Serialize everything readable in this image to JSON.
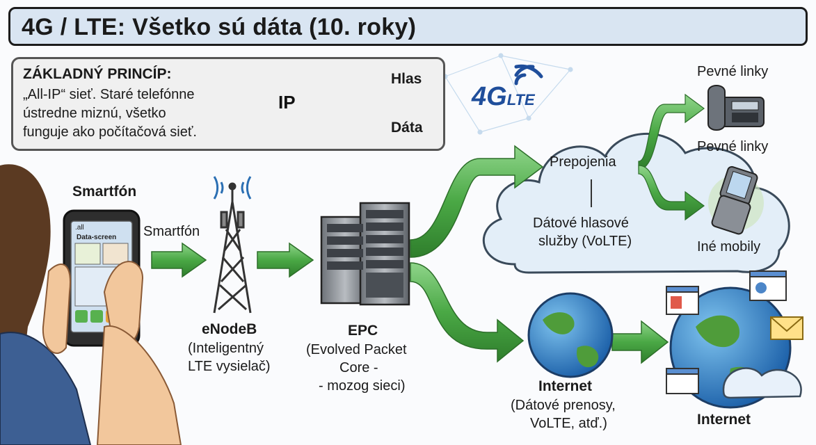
{
  "title": "4G / LTE: Všetko sú dáta (10. roky)",
  "principle": {
    "heading": "ZÁKLADNÝ PRINCÍP:",
    "lines": [
      "„All-IP“ sieť. Staré telefónne",
      "ústredne miznú, všetko",
      "funguje ako počítačová sieť."
    ],
    "plug_label": "IP",
    "branch_top": "Hlas",
    "branch_bottom": "Dáta"
  },
  "logo": {
    "main": "4G",
    "sub": "LTE"
  },
  "smartphone": {
    "heading": "Smartfón",
    "arrow_label": "Smartfón",
    "screen_signal": ".all",
    "screen_title": "Data-screen"
  },
  "enodeb": {
    "name": "eNodeB",
    "desc_lines": [
      "(Inteligentný",
      "LTE vysielač)"
    ]
  },
  "epc": {
    "name": "EPC",
    "desc_lines": [
      "(Evolved Packet",
      "Core -",
      "- mozog sieci)"
    ]
  },
  "cloud": {
    "switch_label": "Prepojenia",
    "service_lines": [
      "Dátové hlasové",
      "služby (VoLTE)"
    ]
  },
  "endpoints": {
    "fixed_top": "Pevné linky",
    "fixed_mid": "Pevné linky",
    "mobiles": "Iné mobily"
  },
  "internet_mid": {
    "name": "Internet",
    "desc_lines": [
      "(Dátové prenosy,",
      "VoLTE, atď.)"
    ]
  },
  "internet_right": {
    "name": "Internet"
  },
  "colors": {
    "arrow_green": "#3f9a3a",
    "arrow_light": "#9fd99a",
    "title_bg": "#d9e5f2",
    "cloud": "#e3eef8",
    "logo_blue": "#1f4e9b"
  }
}
